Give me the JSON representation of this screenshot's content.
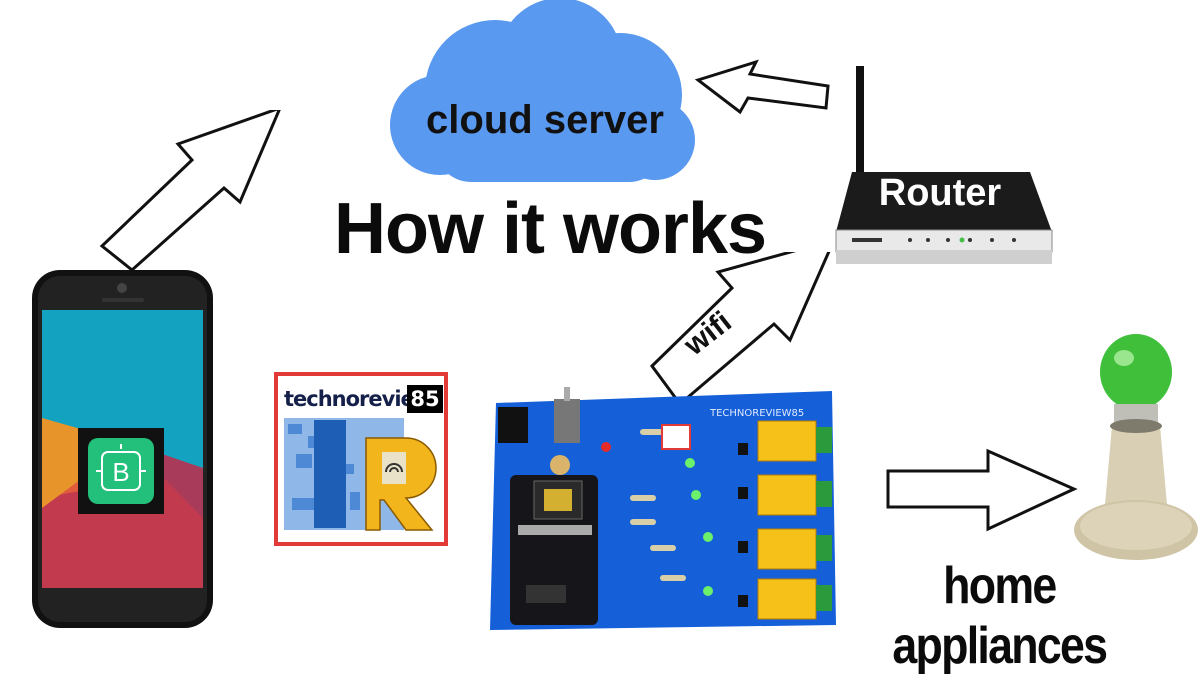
{
  "title": "How it works",
  "cloud": {
    "label": "cloud server",
    "color": "#5a99f0"
  },
  "router": {
    "label": "Router"
  },
  "wifi_arrow": {
    "label": "wifi"
  },
  "logo": {
    "text": "technoreview",
    "number": "85",
    "letter": "R",
    "border_color": "#e23a36"
  },
  "board": {
    "name": "TECHNOREVIEW85",
    "color": "#1560d8"
  },
  "phone": {
    "app_letter": "B"
  },
  "appliances": {
    "label": "home appliances"
  }
}
